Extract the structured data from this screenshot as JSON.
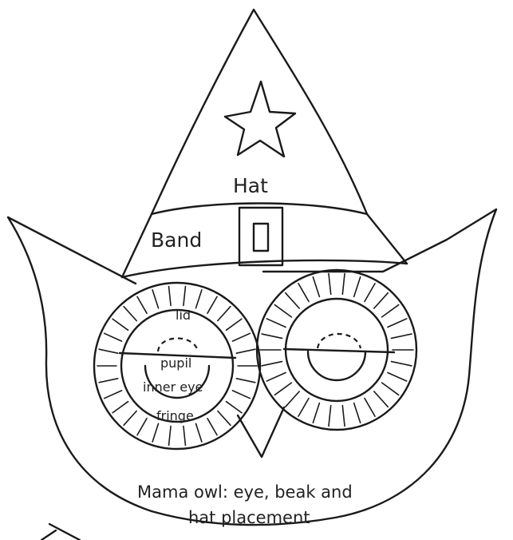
{
  "labels": {
    "hat": "Hat",
    "band": "Band",
    "lid": "lid",
    "pupil": "pupil",
    "inner_eye": "inner eye",
    "fringe": "fringe",
    "caption_line1": "Mama owl: eye, beak and",
    "caption_line2": "hat placement"
  },
  "colors": {
    "ink": "#1a1a1a",
    "paper": "#ffffff"
  }
}
